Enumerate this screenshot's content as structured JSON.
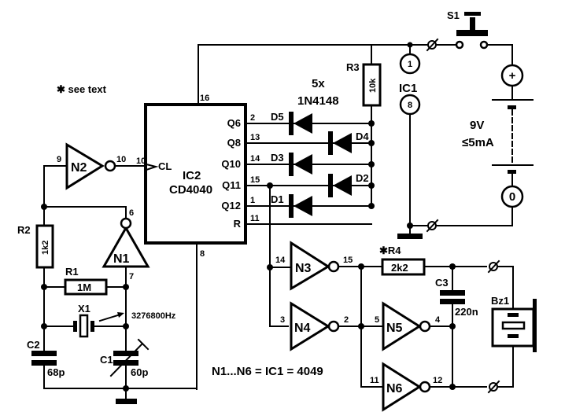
{
  "note_see_text": "✱ see text",
  "ic2": {
    "name": "IC2",
    "part": "CD4040",
    "clock": "CL",
    "pin_vdd": "16",
    "pin_gnd": "8",
    "outputs": [
      {
        "label": "Q6",
        "pin": "2"
      },
      {
        "label": "Q8",
        "pin": "13"
      },
      {
        "label": "Q10",
        "pin": "14"
      },
      {
        "label": "Q11",
        "pin": "15"
      },
      {
        "label": "Q12",
        "pin": "1"
      },
      {
        "label": "R",
        "pin": "11"
      }
    ],
    "clock_pin": "10"
  },
  "diodes": {
    "count_label": "5x",
    "part": "1N4148",
    "names": [
      "D5",
      "D4",
      "D3",
      "D2",
      "D1"
    ]
  },
  "r3": {
    "name": "R3",
    "value": "10k"
  },
  "ic1": {
    "name": "IC1",
    "pin_vdd": "1",
    "pin_gnd": "8"
  },
  "s1": {
    "name": "S1"
  },
  "battery": {
    "plus": "+",
    "minus": "0",
    "voltage": "9V",
    "current": "≤5mA"
  },
  "gates": {
    "n1": {
      "name": "N1",
      "in": "6",
      "out": "7"
    },
    "n2": {
      "name": "N2",
      "in": "9",
      "out": "10"
    },
    "n3": {
      "name": "N3",
      "in": "14",
      "out": "15"
    },
    "n4": {
      "name": "N4",
      "in": "3",
      "out": "2"
    },
    "n5": {
      "name": "N5",
      "in": "5",
      "out": "4"
    },
    "n6": {
      "name": "N6",
      "in": "11",
      "out": "12"
    }
  },
  "r1": {
    "name": "R1",
    "value": "1M"
  },
  "r2": {
    "name": "R2",
    "value": "1k2"
  },
  "r4": {
    "name": "✱R4",
    "value": "2k2"
  },
  "x1": {
    "name": "X1",
    "freq": "3276800Hz"
  },
  "c1": {
    "name": "C1",
    "value": "60p"
  },
  "c2": {
    "name": "C2",
    "value": "68p"
  },
  "c3": {
    "name": "C3",
    "value": "220n"
  },
  "bz1": {
    "name": "Bz1"
  },
  "footnote": "N1...N6 = IC1 = 4049"
}
